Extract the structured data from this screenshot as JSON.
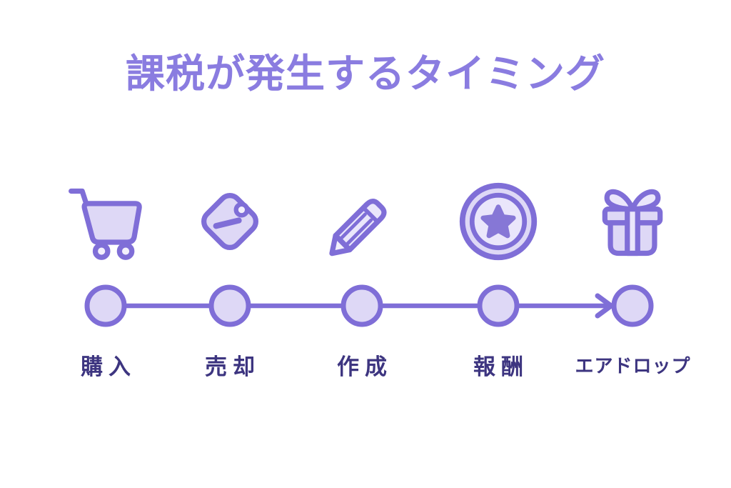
{
  "title": "課税が発生するタイミング",
  "colors": {
    "background": "#ffffff",
    "accent": "#7f6ed7",
    "fill_light": "#ded8f6",
    "fill_lighter": "#eae6fb",
    "fill_lightest": "#f3f0fc",
    "star": "#8677d6",
    "title_color": "#8a7ce0",
    "label_color": "#3d3580"
  },
  "timeline": {
    "items": [
      {
        "icon": "shopping-cart-icon",
        "label": "購入"
      },
      {
        "icon": "price-tag-icon",
        "label": "売却"
      },
      {
        "icon": "pencil-icon",
        "label": "作成"
      },
      {
        "icon": "medal-star-icon",
        "label": "報酬"
      },
      {
        "icon": "gift-icon",
        "label": "エアドロップ"
      }
    ]
  }
}
